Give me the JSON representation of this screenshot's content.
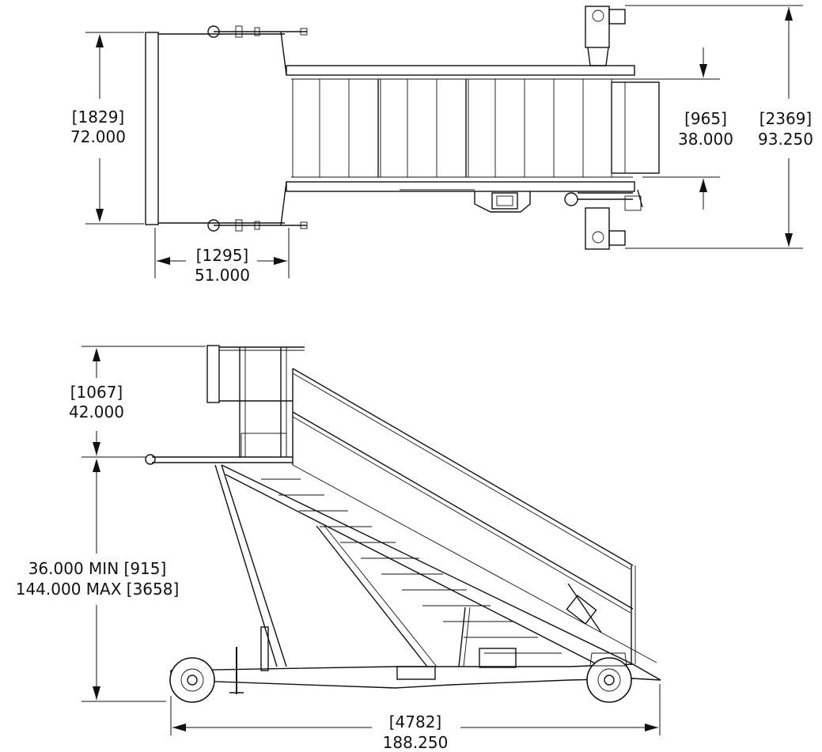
{
  "top_view": {
    "platform_depth": {
      "metric": "[1829]",
      "imperial": "72.000"
    },
    "platform_length": {
      "metric": "[1295]",
      "imperial": "51.000"
    },
    "stair_width": {
      "metric": "[965]",
      "imperial": "38.000"
    },
    "overall_width": {
      "metric": "[2369]",
      "imperial": "93.250"
    }
  },
  "side_view": {
    "handrail_height": {
      "metric": "[1067]",
      "imperial": "42.000"
    },
    "platform_height_min": "36.000 MIN [915]",
    "platform_height_max": "144.000 MAX [3658]",
    "overall_length": {
      "metric": "[4782]",
      "imperial": "188.250"
    }
  }
}
